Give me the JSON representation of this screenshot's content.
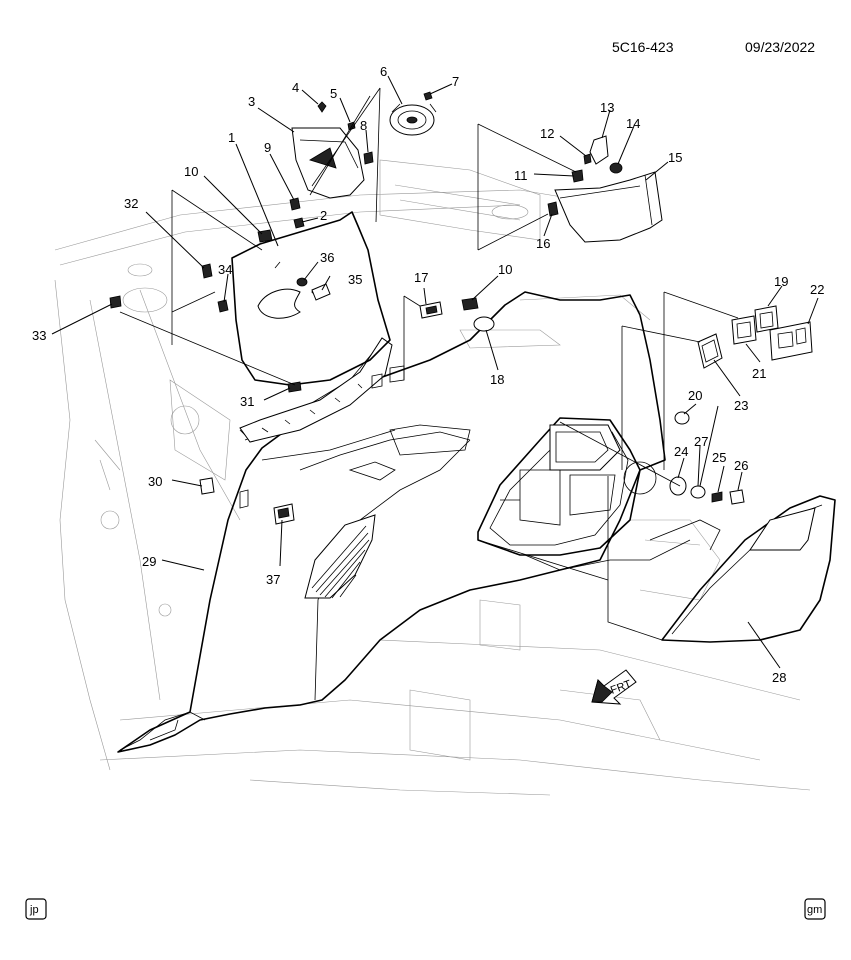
{
  "header": {
    "diagram_code": "5C16-423",
    "date": "09/23/2022"
  },
  "badges": {
    "left": "jp",
    "right": "gm"
  },
  "direction_arrow": {
    "label": "FRT",
    "icon": "front-arrow-icon"
  },
  "callouts": {
    "c1": "1",
    "c2": "2",
    "c3": "3",
    "c4": "4",
    "c5": "5",
    "c6": "6",
    "c7": "7",
    "c8": "8",
    "c9": "9",
    "c10a": "10",
    "c10b": "10",
    "c11": "11",
    "c12": "12",
    "c13": "13",
    "c14": "14",
    "c15": "15",
    "c16": "16",
    "c17": "17",
    "c18": "18",
    "c19": "19",
    "c20": "20",
    "c21": "21",
    "c22": "22",
    "c23": "23",
    "c24": "24",
    "c25": "25",
    "c26": "26",
    "c27": "27",
    "c28": "28",
    "c29": "29",
    "c30": "30",
    "c31": "31",
    "c32": "32",
    "c33": "33",
    "c34": "34",
    "c35": "35",
    "c36": "36",
    "c37": "37"
  }
}
